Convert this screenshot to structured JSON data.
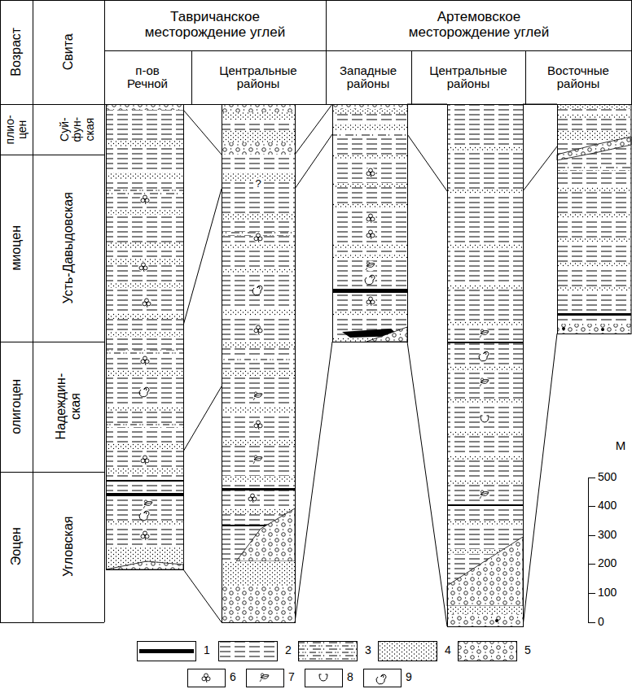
{
  "diagram": {
    "labels": [
      "Возраст",
      "Свита",
      "Тавричанское месторождение углей",
      "Артемовское месторождение углей",
      "п-ов Речной",
      "Центральные районы",
      "Западные районы",
      "Центральные районы",
      "Восточные районы",
      "плио- цен",
      "Суй- фун- ская",
      "миоцен",
      "Усть-Давыдовская",
      "олигоцен",
      "Надеждин- ская",
      "Эоцен",
      "Угловская",
      "?",
      "М",
      "500",
      "400",
      "300",
      "200",
      "100",
      "0"
    ],
    "legend": [
      {
        "text": "1"
      },
      {
        "text": "2"
      },
      {
        "text": "3"
      },
      {
        "text": "4"
      },
      {
        "text": "5"
      },
      {
        "text": "6"
      },
      {
        "text": "7"
      },
      {
        "text": "8"
      },
      {
        "text": "9"
      }
    ]
  }
}
